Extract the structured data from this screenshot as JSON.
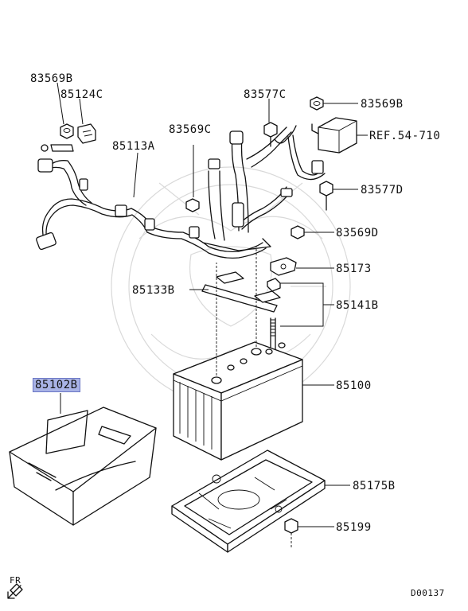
{
  "parts": [
    {
      "id": "p83569B_a",
      "num": "83569B"
    },
    {
      "id": "p85124C",
      "num": "85124C"
    },
    {
      "id": "p83577C",
      "num": "83577C"
    },
    {
      "id": "p83569B_b",
      "num": "83569B"
    },
    {
      "id": "p83569C",
      "num": "83569C"
    },
    {
      "id": "p85113A",
      "num": "85113A"
    },
    {
      "id": "ref",
      "num": "REF.54-710"
    },
    {
      "id": "p83577D",
      "num": "83577D"
    },
    {
      "id": "p83569D",
      "num": "83569D"
    },
    {
      "id": "p85173",
      "num": "85173"
    },
    {
      "id": "p85133B",
      "num": "85133B"
    },
    {
      "id": "p85141B",
      "num": "85141B"
    },
    {
      "id": "p85102B",
      "num": "85102B",
      "highlighted": true
    },
    {
      "id": "p85100",
      "num": "85100"
    },
    {
      "id": "p85175B",
      "num": "85175B"
    },
    {
      "id": "p85199",
      "num": "85199"
    }
  ],
  "highlight_color": "#a9b3e6",
  "orientation_label": "FR",
  "diagram_code": "D00137"
}
